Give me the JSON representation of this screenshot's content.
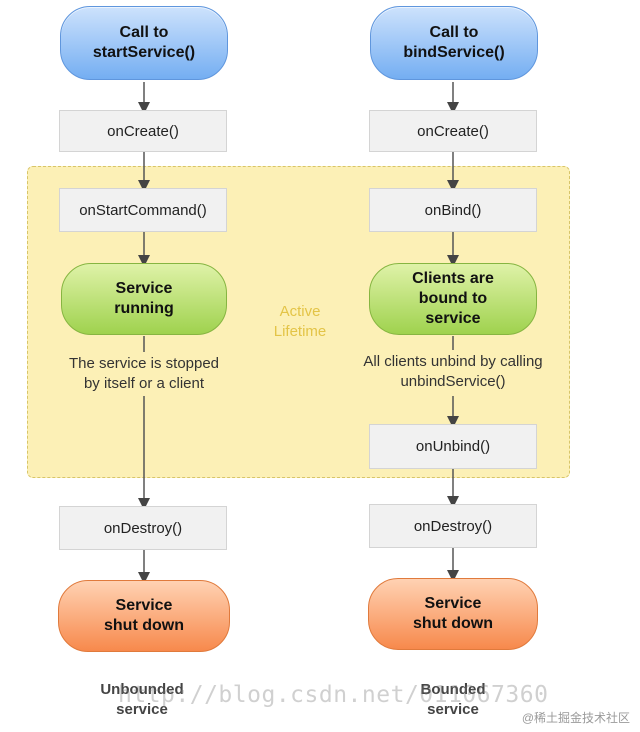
{
  "active_lifetime_label": "Active\nLifetime",
  "left": {
    "call": "Call to\nstartService()",
    "on_create": "onCreate()",
    "on_start_command": "onStartCommand()",
    "running": "Service\nrunning",
    "stopped_note": "The service is stopped\nby itself or a client",
    "on_destroy": "onDestroy()",
    "shutdown": "Service\nshut down",
    "footer": "Unbounded\nservice"
  },
  "right": {
    "call": "Call to\nbindService()",
    "on_create": "onCreate()",
    "on_bind": "onBind()",
    "clients_bound": "Clients are\nbound to\nservice",
    "unbind_note": "All clients unbind by calling\nunbindService()",
    "on_unbind": "onUnbind()",
    "on_destroy": "onDestroy()",
    "shutdown": "Service\nshut down",
    "footer": "Bounded\nservice"
  },
  "watermark": "http://blog.csdn.net/011067360",
  "credit": "@稀土掘金技术社区",
  "colors": {
    "start_node": "#74aef2",
    "running_node": "#9fd24e",
    "shutdown_node": "#f7894c",
    "active_zone": "#fcf0b6"
  }
}
